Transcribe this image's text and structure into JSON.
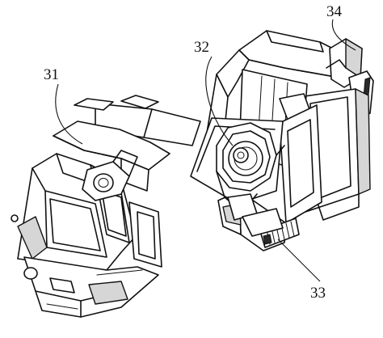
{
  "labels": {
    "part_31": "31",
    "part_32": "32",
    "part_33": "33",
    "part_34": "34"
  }
}
